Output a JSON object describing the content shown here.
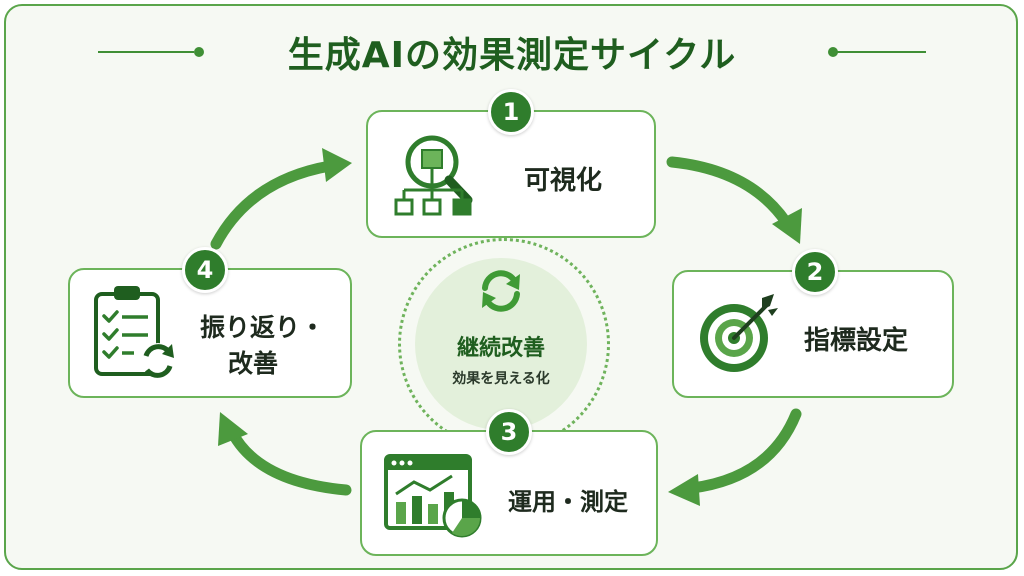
{
  "title": "生成AIの効果測定サイクル",
  "steps": [
    {
      "number": "1",
      "label": "可視化",
      "icon": "magnifier-hierarchy-icon"
    },
    {
      "number": "2",
      "label": "指標設定",
      "icon": "target-arrow-icon"
    },
    {
      "number": "3",
      "label": "運用・測定",
      "icon": "dashboard-chart-icon"
    },
    {
      "number": "4",
      "label_line1": "振り返り・",
      "label_line2": "改善",
      "icon": "clipboard-refresh-icon"
    }
  ],
  "center": {
    "title": "継続改善",
    "subtitle": "効果を見える化",
    "icon": "cycle-arrows-icon"
  },
  "colors": {
    "dark_green": "#2f7d2c",
    "mid_green": "#4c9a3e",
    "light_green": "#e3f0db",
    "border_green": "#6cb45a"
  }
}
